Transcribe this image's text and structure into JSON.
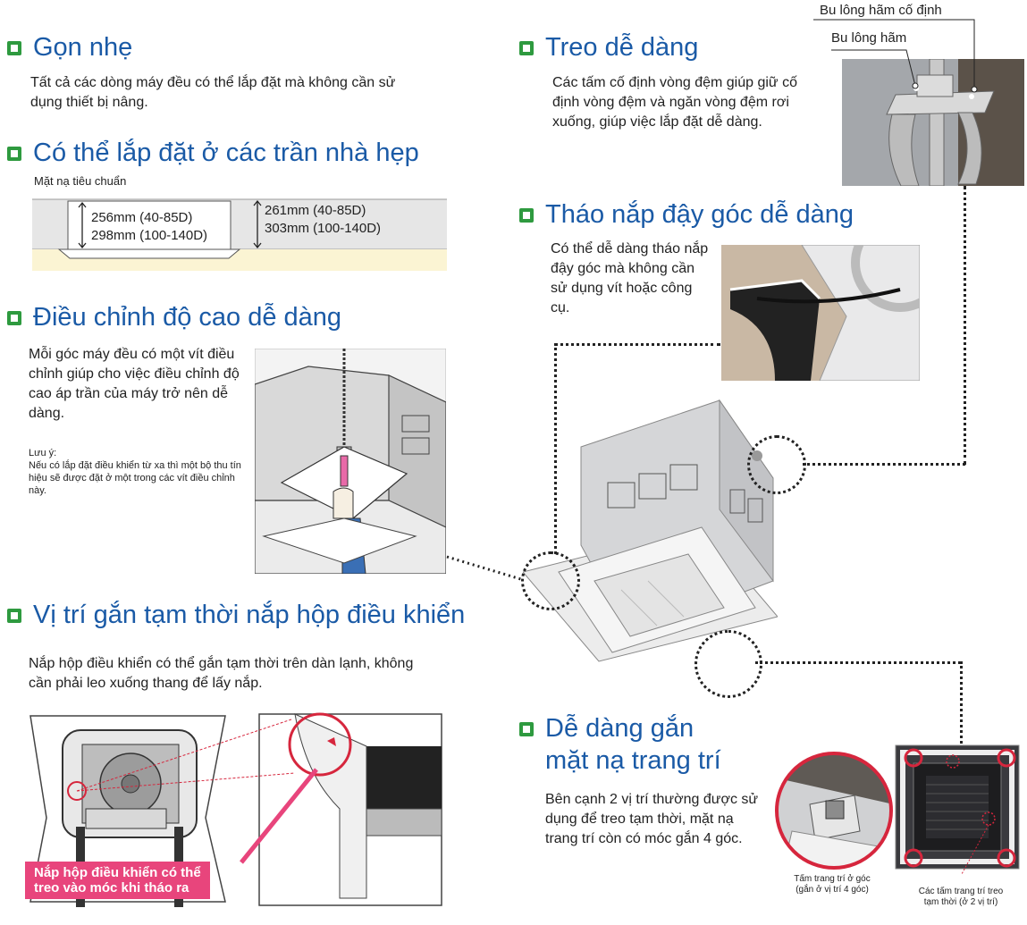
{
  "sections": {
    "gon_nhe": {
      "title": "Gọn nhẹ",
      "text": "Tất cả các dòng máy đều có thể lắp đặt mà không cần sử dụng thiết bị nâng."
    },
    "tran_hep": {
      "title": "Có thể lắp đặt ở các trần nhà hẹp",
      "caption": "Mặt nạ tiêu chuẩn",
      "dim_left_1": "256mm (40-85D)",
      "dim_left_2": "298mm (100-140D)",
      "dim_right_1": "261mm (40-85D)",
      "dim_right_2": "303mm (100-140D)"
    },
    "dieu_chinh": {
      "title": "Điều chỉnh độ cao dễ dàng",
      "text": "Mỗi góc máy đều có một vít điều chỉnh giúp cho việc điều chỉnh độ cao áp trần của máy trở nên dễ dàng.",
      "note_title": "Lưu ý:",
      "note": "Nếu có lắp đặt điều khiển từ xa thì một bộ thu tín hiệu sẽ được đặt ở một trong các vít điều chỉnh này."
    },
    "vi_tri_gan": {
      "title": "Vị trí gắn tạm thời nắp hộp điều khiển",
      "text": "Nắp hộp điều khiển có thể gắn tạm thời trên dàn lạnh, không cần phải leo xuống thang để lấy nắp.",
      "callout_1": "Nắp hộp điều khiển có thể",
      "callout_2": "treo vào móc khi tháo ra"
    },
    "treo": {
      "title": "Treo dễ dàng",
      "text": "Các tấm cố định vòng đệm giúp giữ cố định vòng đệm và ngăn vòng đệm rơi xuống, giúp việc lắp đặt dễ dàng.",
      "label_outer": "Bu lông hãm cố định",
      "label_inner": "Bu lông hãm"
    },
    "thao_nap": {
      "title": "Tháo nắp đậy góc dễ dàng",
      "text": "Có thể dễ dàng tháo nắp đậy góc mà không cần sử dụng vít hoặc công cụ."
    },
    "mat_na": {
      "title_1": "Dễ dàng gắn",
      "title_2": "mặt nạ trang trí",
      "text": "Bên cạnh 2 vị trí thường được sử dụng để treo tạm thời, mặt nạ trang trí còn có móc gắn 4 góc.",
      "caption_corner_1": "Tấm trang trí ở góc",
      "caption_corner_2": "(gắn ở vị trí 4 góc)",
      "caption_temp_1": "Các tấm trang trí treo",
      "caption_temp_2": "tạm thời (ở 2 vị trí)"
    }
  },
  "colors": {
    "heading": "#1a5aa6",
    "bullet": "#2e9a3f",
    "callout": "#e8457c"
  }
}
